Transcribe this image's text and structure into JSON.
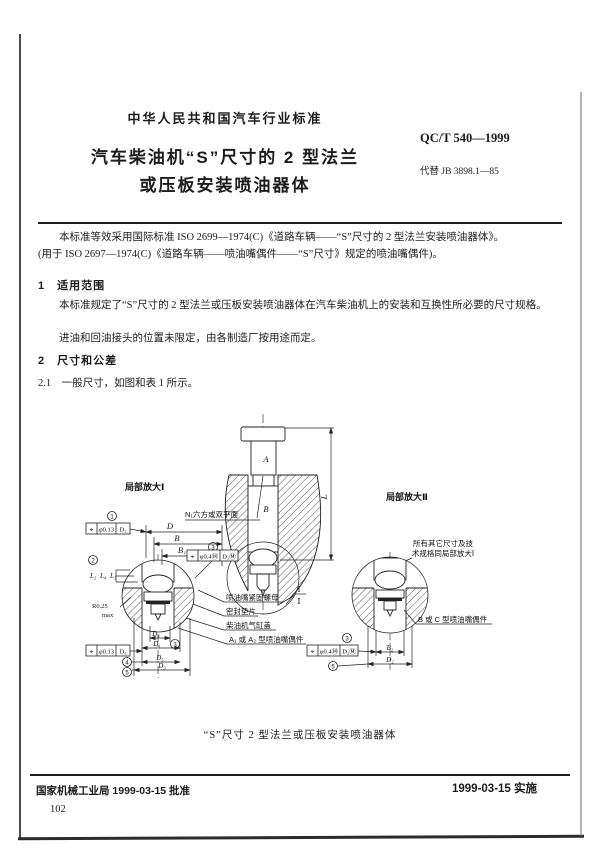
{
  "document": {
    "header": "中华人民共和国汽车行业标准",
    "title_line1": "汽车柴油机“S”尺寸的 2 型法兰",
    "title_line2": "或压板安装喷油器体",
    "standard_no": "QC/T 540—1999",
    "replaces": "代替 JB 3898.1—85"
  },
  "foreword": {
    "line1": "本标准等效采用国际标准 ISO 2699—1974(C)《道路车辆——“S”尺寸的 2 型法兰安装喷油器体》。",
    "line2": "(用于 ISO 2697—1974(C)《道路车辆——喷油嘴偶件——“S”尺寸》规定的喷油嘴偶件)。"
  },
  "section1": {
    "heading": "1　适用范围",
    "para1": "本标准规定了“S”尺寸的 2 型法兰或压板安装喷油器体在汽车柴油机上的安装和互换性所必要的尺寸规格。",
    "para2": "进油和回油接头的位置未限定，由各制造厂按用途而定。"
  },
  "section2": {
    "heading": "2　尺寸和公差",
    "para1": "2.1　一般尺寸，如图和表 1 所示。"
  },
  "figure": {
    "caption": "“S”尺寸 2 型法兰或压板安装喷油器体",
    "main_view": {
      "dim_a": "A",
      "dim_b": "B",
      "dim_l": "L",
      "hex_note": "N₁六方或双平面",
      "section_mark_top": "Ⅰ",
      "section_mark_bottom": "Ⅰ"
    },
    "detail1": {
      "title": "局部放大Ⅰ",
      "dim_d": "D",
      "dim_b": "B",
      "dim_b1": "B₁",
      "dim_l2": "L₂",
      "dim_l4": "L₄",
      "dim_l3": "L₃",
      "dim_d4": "D₄",
      "dim_d1": "D₁",
      "dim_d5": "D₅",
      "dim_d3": "D₃",
      "radius": "R0.25",
      "radius_max": "max",
      "balloon1": "1",
      "balloon2": "2",
      "balloon3": "3",
      "balloon3b": "3",
      "balloon4": "4",
      "balloon5": "5",
      "fcf_top": {
        "symbol": "⌖",
        "tolerance": "φ0.13",
        "datum": "D₂"
      },
      "fcf_mid": {
        "symbol": "⌖",
        "tolerance": "φ0.4Ⓜ",
        "datum": "D₂Ⓜ"
      },
      "fcf_bottom": {
        "symbol": "⌖",
        "tolerance": "φ0.13",
        "datum": "D₂"
      },
      "callout_nut": "喷油嘴紧固螺母",
      "callout_gasket": "密封垫片",
      "callout_head": "柴油机气缸盖",
      "callout_nozzle": "A₁ 或 A₂ 型喷油嘴偶件"
    },
    "detail2": {
      "title": "局部放大Ⅱ",
      "note_line1": "所有其它尺寸及技",
      "note_line2": "术规格同局部放大Ⅰ",
      "callout": "B 或 C 型喷油嘴偶件",
      "dim_b2": "B₂",
      "dim_d2": "D₂",
      "balloon3": "3",
      "balloon5": "5",
      "fcf": {
        "symbol": "⌖",
        "tolerance": "φ0.4Ⓜ",
        "datum": "D₂Ⓜ"
      }
    }
  },
  "footer": {
    "approval": "国家机械工业局 1999-03-15 批准",
    "implementation": "1999-03-15 实施",
    "page_number": "102"
  }
}
